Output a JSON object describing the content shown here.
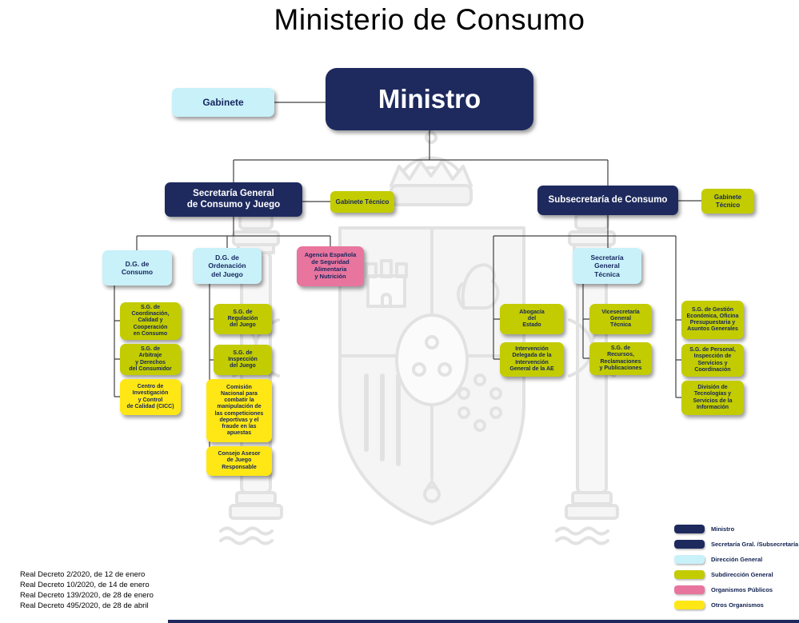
{
  "title": "Ministerio de Consumo",
  "colors": {
    "ministro_navy": "#1e2a5e",
    "direccion_general_cyan": "#c9f1fa",
    "subdireccion_general_olive": "#c3cc00",
    "otros_organismos_yellow": "#ffe715",
    "organismos_publicos_pink": "#e8759e",
    "connector_line": "#404040",
    "watermark_gray": "#e2e2e2"
  },
  "nodes": {
    "gabinete": "Gabinete",
    "ministro": "Ministro",
    "secretaria_general": "Secretaría General\nde Consumo y Juego",
    "gabinete_tecnico_1": "Gabinete Técnico",
    "subsecretaria": "Subsecretaría de Consumo",
    "gabinete_tecnico_2": "Gabinete\nTécnico",
    "dg_consumo": "D.G. de\nConsumo",
    "dg_ordenacion": "D.G. de\nOrdenación\ndel Juego",
    "aesan": "Agencia Española\nde Seguridad\nAlimentaria\ny Nutrición",
    "sg_coordinacion": "S.G. de\nCoordinación,\nCalidad y\nCooperación\nen Consumo",
    "sg_arbitraje": "S.G. de\nArbitraje\ny Derechos\ndel Consumidor",
    "cicc": "Centro de\nInvestigación\ny Control\nde Calidad (CICC)",
    "sg_regulacion": "S.G. de\nRegulación\ndel Juego",
    "sg_inspeccion": "S.G. de\nInspección\ndel Juego",
    "comision_nacional": "Comisión\nNacional para\ncombatir la\nmanipulación de\nlas competiciones\ndeportivas y el\nfraude en las\napuestas",
    "consejo_asesor": "Consejo Asesor\nde Juego\nResponsable",
    "secretaria_general_tecnica": "Secretaría\nGeneral\nTécnica",
    "abogacia": "Abogacía\ndel\nEstado",
    "intervencion": "Intervención\nDelegada de la\nIntervención\nGeneral de la AE",
    "vicesecretaria": "Vicesecretaría\nGeneral\nTécnica",
    "sg_recursos": "S.G. de\nRecursos,\nReclamaciones\ny Publicaciones",
    "sg_gestion": "S.G. de Gestión\nEconómica, Oficina\nPresupuestaria y\nAsuntos Generales",
    "sg_personal": "S.G. de Personal,\nInspección de\nServicios y\nCoordinación",
    "division_tecnologias": "División de\nTecnologías y\nServicios de la\nInformación"
  },
  "legend": [
    {
      "color_key": "navy",
      "label": "Ministro"
    },
    {
      "color_key": "navy",
      "label": "Secretaría Gral. /Subsecretaría"
    },
    {
      "color_key": "cyan",
      "label": "Dirección General"
    },
    {
      "color_key": "olive",
      "label": "Subdirección General"
    },
    {
      "color_key": "pink",
      "label": "Organismos Públicos"
    },
    {
      "color_key": "yellow",
      "label": "Otros Organismos"
    }
  ],
  "decretos": [
    "Real Decreto 2/2020, de 12 de enero",
    "Real Decreto 10/2020, de 14 de enero",
    "Real Decreto 139/2020, de 28 de enero",
    "Real Decreto 495/2020, de 28 de abril"
  ]
}
